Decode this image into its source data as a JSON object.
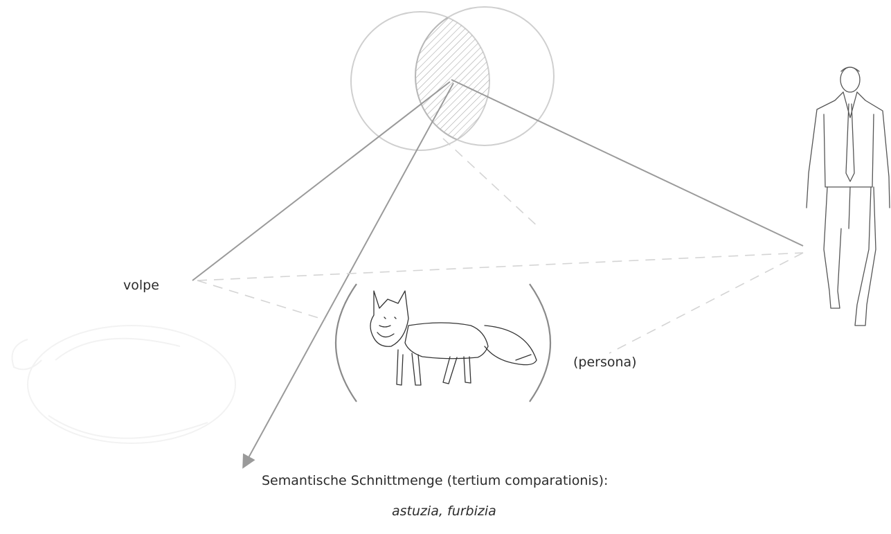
{
  "labels": {
    "vehicle": "volpe",
    "tenor": "(persona)",
    "intersection_heading": "Semantische Schnittmenge (tertium comparationis):",
    "intersection_terms": "astuzia, furbizia"
  },
  "icons": {
    "venn": "venn-diagram-icon",
    "fox": "fox-illustration-icon",
    "person": "walking-man-icon",
    "faint_background": "roast-chicken-sketch-icon"
  },
  "colors": {
    "line": "#9a9a9a",
    "line_faint": "#d2d2d2",
    "hatch": "#a9a9a9",
    "text": "#2b2b2b"
  }
}
